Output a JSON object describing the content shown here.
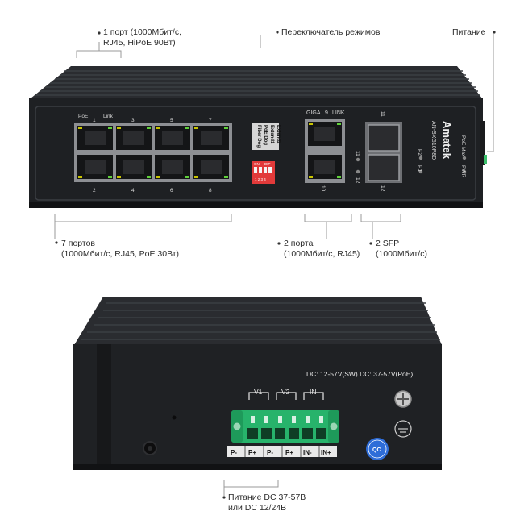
{
  "callouts": {
    "port_poe_hi": "1 порт (1000Мбит/с,\nRJ45, HiPoE 90Вт)",
    "mode_switch": "Переключатель режимов",
    "power": "Питание",
    "ports_7": "7 портов\n(1000Мбит/с, RJ45, PoE 30Вт)",
    "ports_2": "2 порта\n(1000Мбит/с, RJ45)",
    "sfp_2": "2 SFP\n(1000Мбит/с)",
    "power_dc": "Питание DC 37-57В\nили DC 12/24В"
  },
  "front_panel": {
    "brand": "Amatek",
    "model": "AN-SXG10P8D",
    "poe_label": "PoE",
    "link_label": "Link",
    "port_numbers_top": [
      "1",
      "3",
      "5",
      "7"
    ],
    "port_numbers_bottom": [
      "2",
      "4",
      "6",
      "8"
    ],
    "dip_labels": [
      "Extend2",
      "Extend1",
      "PoE Dog",
      "Fiber Dog"
    ],
    "dip_on": "ON",
    "dip_brand": "DIP",
    "dip_numbers": "1 2 3 4",
    "giga_label": "GIGA",
    "giga_port_top": "9",
    "giga_link": "LINK",
    "giga_port_bottom": "10",
    "sfp_led_11": "11",
    "sfp_led_12": "12",
    "sfp_port_11": "11",
    "sfp_port_12": "12",
    "led_poe_max": "PoE Max",
    "led_pwr": "PWR",
    "led_p2": "P2",
    "led_p1": "P1"
  },
  "back_panel": {
    "dc_label": "DC: 12-57V(SW)  DC: 37-57V(PoE)",
    "group_labels": [
      "V1",
      "V2",
      "IN"
    ],
    "terminal_labels": [
      "P-",
      "P+",
      "P-",
      "P+",
      "IN-",
      "IN+"
    ],
    "qc_label": "QC"
  }
}
